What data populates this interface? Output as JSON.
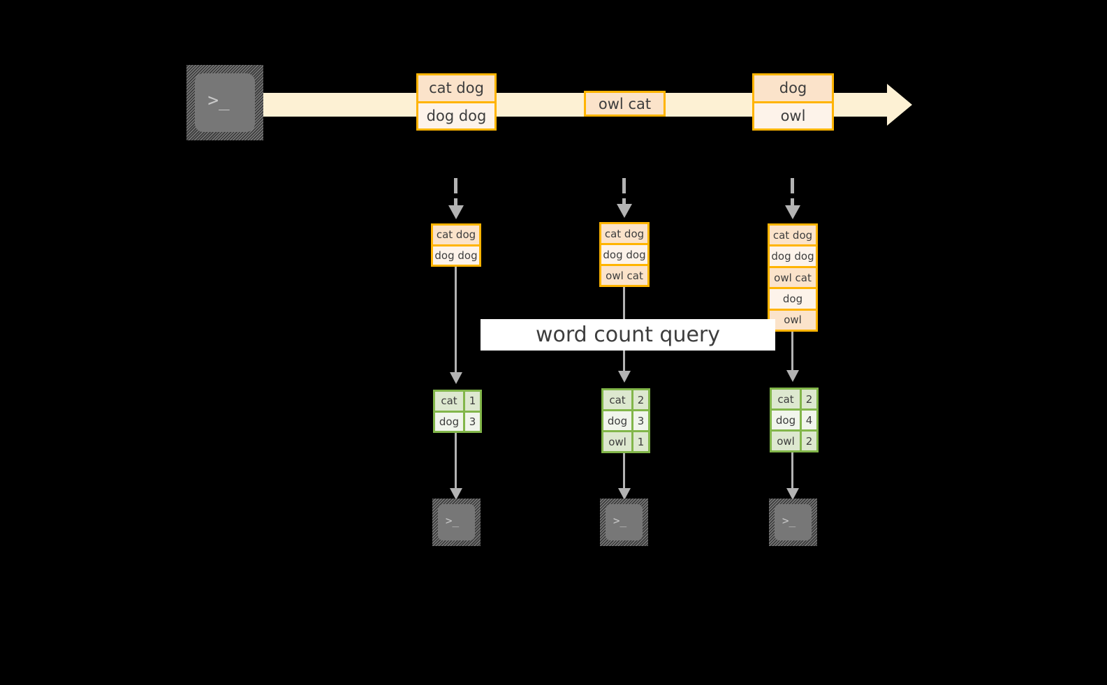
{
  "diagram": {
    "title": "word count query",
    "colors": {
      "stream_fill": "#fdf1d4",
      "record_border": "#ffb400",
      "record_fill_dark": "#fbe3ca",
      "record_fill_light": "#fdf3ea",
      "table_border": "#82b64a",
      "table_fill_dark": "#dde8cf",
      "table_fill_light": "#f1f5ec",
      "connector": "#b3b3b3",
      "terminal_body": "#777777",
      "background": "#000000"
    }
  },
  "source": {
    "icon": "terminal-icon",
    "prompt": ">_"
  },
  "stream": {
    "icon": "right-arrow-icon",
    "batches": [
      {
        "id": "batch-1",
        "lines": [
          {
            "text": "cat dog",
            "shade": "dark"
          },
          {
            "text": "dog dog",
            "shade": "light"
          }
        ]
      },
      {
        "id": "batch-2",
        "lines": [
          {
            "text": "owl cat",
            "shade": "dark"
          }
        ]
      },
      {
        "id": "batch-3",
        "lines": [
          {
            "text": "dog",
            "shade": "dark"
          },
          {
            "text": "owl",
            "shade": "light"
          }
        ]
      }
    ]
  },
  "snapshots": [
    {
      "id": "snapshot-1",
      "lines": [
        {
          "text": "cat dog",
          "shade": "dark"
        },
        {
          "text": "dog dog",
          "shade": "light"
        }
      ],
      "result": {
        "rows": [
          {
            "word": "cat",
            "count": "1",
            "shade": "dark"
          },
          {
            "word": "dog",
            "count": "3",
            "shade": "light"
          }
        ]
      },
      "sink": {
        "icon": "terminal-icon",
        "prompt": ">_"
      }
    },
    {
      "id": "snapshot-2",
      "lines": [
        {
          "text": "cat dog",
          "shade": "dark"
        },
        {
          "text": "dog dog",
          "shade": "light"
        },
        {
          "text": "owl cat",
          "shade": "dark"
        }
      ],
      "result": {
        "rows": [
          {
            "word": "cat",
            "count": "2",
            "shade": "dark"
          },
          {
            "word": "dog",
            "count": "3",
            "shade": "light"
          },
          {
            "word": "owl",
            "count": "1",
            "shade": "dark"
          }
        ]
      },
      "sink": {
        "icon": "terminal-icon",
        "prompt": ">_"
      }
    },
    {
      "id": "snapshot-3",
      "lines": [
        {
          "text": "cat dog",
          "shade": "dark"
        },
        {
          "text": "dog dog",
          "shade": "light"
        },
        {
          "text": "owl cat",
          "shade": "dark"
        },
        {
          "text": "dog",
          "shade": "light"
        },
        {
          "text": "owl",
          "shade": "dark"
        }
      ],
      "result": {
        "rows": [
          {
            "word": "cat",
            "count": "2",
            "shade": "dark"
          },
          {
            "word": "dog",
            "count": "4",
            "shade": "light"
          },
          {
            "word": "owl",
            "count": "2",
            "shade": "dark"
          }
        ]
      },
      "sink": {
        "icon": "terminal-icon",
        "prompt": ">_"
      }
    }
  ]
}
